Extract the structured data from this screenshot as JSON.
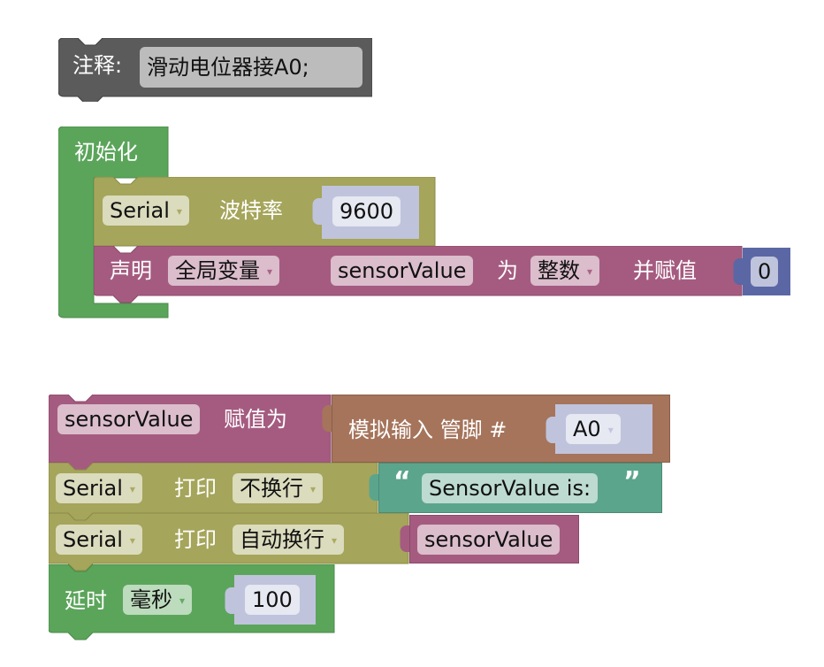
{
  "comment_block": {
    "label": "注释:",
    "text": "滑动电位器接A0;"
  },
  "setup_block": {
    "label": "初始化",
    "serial_begin": {
      "port": "Serial",
      "label": "波特率",
      "baud": "9600"
    },
    "declare": {
      "label": "声明",
      "scope": "全局变量",
      "var_name": "sensorValue",
      "as_label": "为",
      "type": "整数",
      "assign_label": "并赋值",
      "value": "0"
    }
  },
  "loop_blocks": {
    "assign": {
      "var_name": "sensorValue",
      "label": "赋值为",
      "analog_read_label": "模拟输入 管脚 #",
      "pin": "A0"
    },
    "print1": {
      "port": "Serial",
      "label": "打印",
      "mode": "不换行",
      "open_quote": "“",
      "text": "SensorValue is:",
      "close_quote": "”"
    },
    "print2": {
      "port": "Serial",
      "label": "打印",
      "mode": "自动换行",
      "var_name": "sensorValue"
    },
    "delay": {
      "label": "延时",
      "unit": "毫秒",
      "value": "100"
    }
  },
  "dropdown_arrow": "▾",
  "colors": {
    "comment": "#5b5b5b",
    "comment_field": "#bcbcbc",
    "setup": "#5ba55b",
    "serial": "#a5a55b",
    "serial_field": "#dbdbbd",
    "variable": "#a55b80",
    "variable_field": "#dbbdcc",
    "number": "#c0c3dc",
    "number_field": "#e6e8f2",
    "number_dark": "#5b67a5",
    "analog": "#a5745b",
    "text": "#5ba58c",
    "text_field": "#bddbd1",
    "delay_field": "#bddbbd"
  }
}
